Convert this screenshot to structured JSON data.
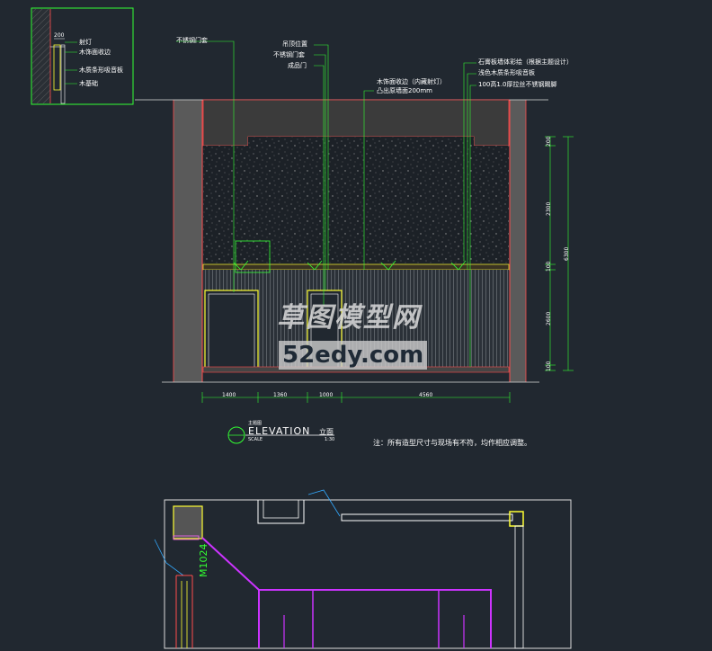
{
  "detail": {
    "dim": "200",
    "labels": [
      "射灯",
      "木饰面收边",
      "木质条形吸音板",
      "木基础"
    ]
  },
  "callouts": {
    "left": "不锈钢门套",
    "center": [
      "吊顶位置",
      "不锈钢门套",
      "成品门"
    ],
    "mid_line1": "木饰面收边（内藏射灯）",
    "mid_line2": "凸出原墙面200mm",
    "right": [
      "石膏板墙体彩绘（根据主题设计）",
      "浅色木质条形吸音板",
      "100高1.0厚拉丝不锈钢踢脚"
    ]
  },
  "dims": {
    "horizontal": [
      "1400",
      "1360",
      "1000",
      "4560"
    ],
    "vertical": [
      "200",
      "2300",
      "100",
      "2600",
      "100"
    ],
    "total": "6300"
  },
  "watermark": {
    "line1": "草图模型网",
    "line2": "52edy.com"
  },
  "title": {
    "badge_top": "主题图",
    "elevation": "ELEVATION",
    "elevation_cn": "立面",
    "scale_label": "SCALE",
    "scale": "1:30"
  },
  "note": "注：所有造型尺寸与现场有不符，均作相应调整。",
  "plan": {
    "door_label": "M1024"
  },
  "colors": {
    "bg": "#212830",
    "green": "#33ff33",
    "yellow": "#ffff33",
    "magenta": "#cc33ff",
    "wall": "#5a5a5a",
    "red": "#ff4d4d"
  }
}
